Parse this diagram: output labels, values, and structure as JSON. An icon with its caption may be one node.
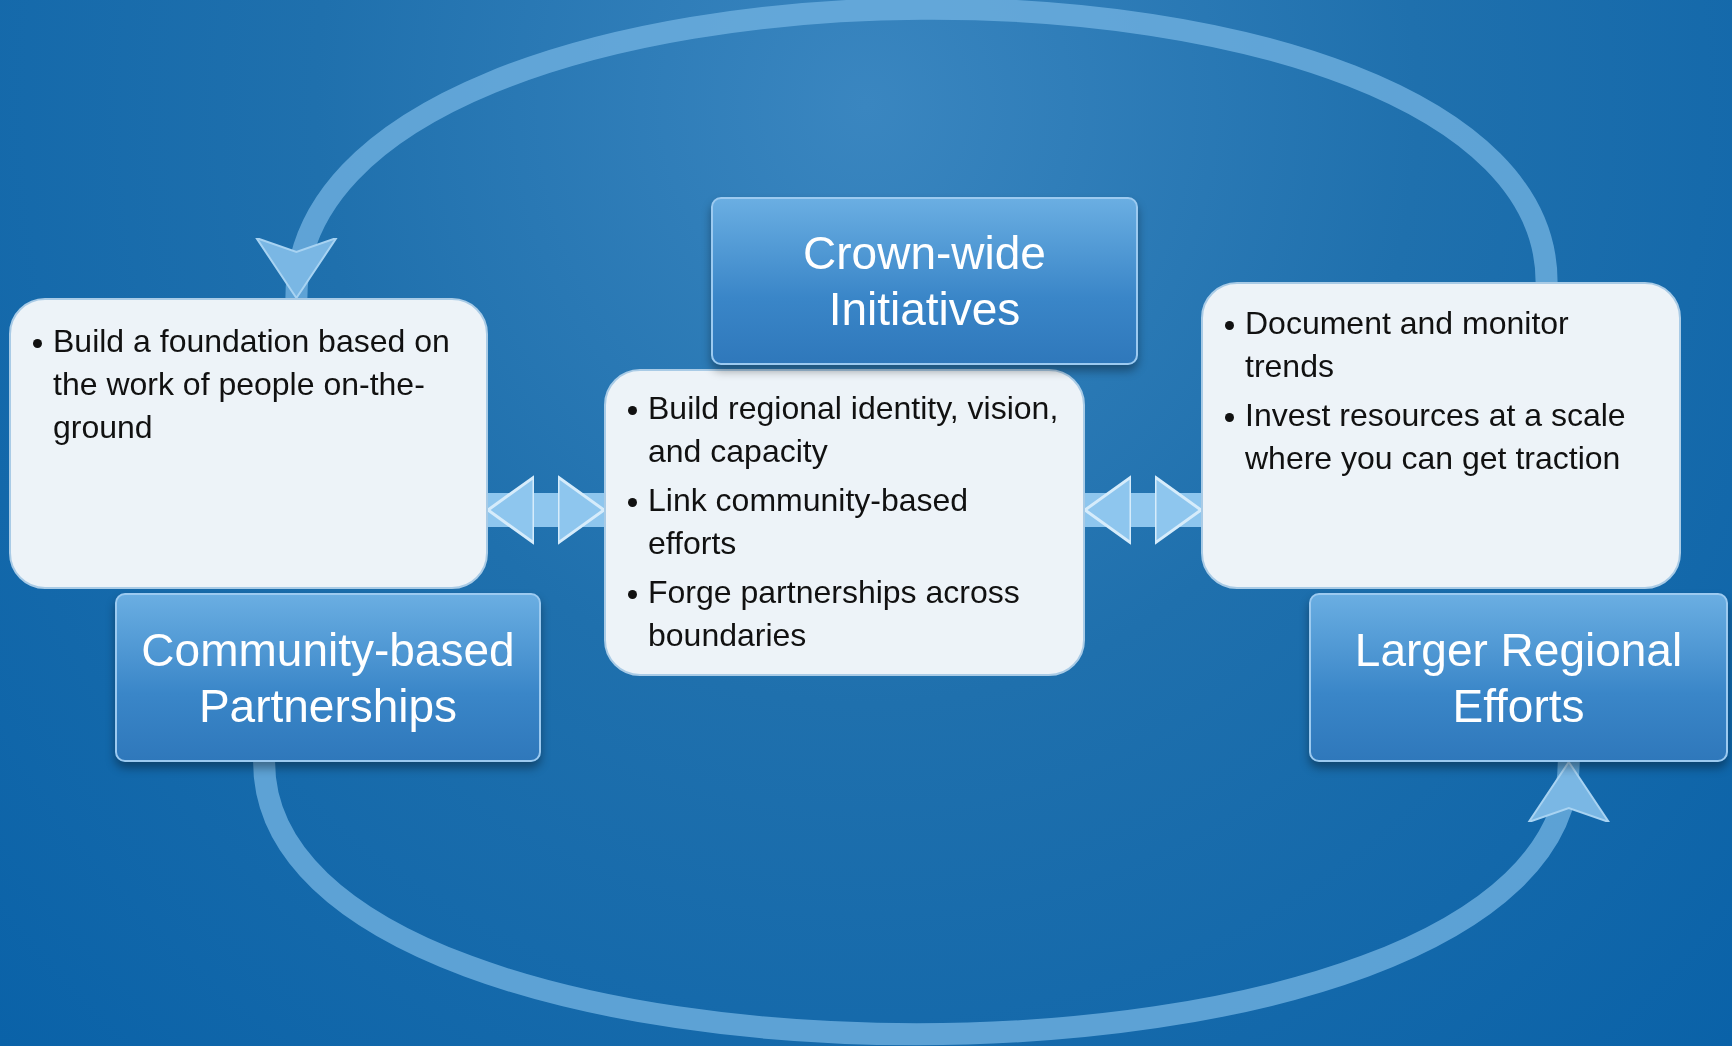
{
  "diagram": {
    "nodes": [
      {
        "text": [
          "Build a foundation based on the work of people on-the-ground"
        ]
      },
      {
        "text": [
          "Community-based Partnerships"
        ]
      },
      {
        "text": [
          "Build regional identity, vision, and capacity",
          "Link community-based efforts",
          "Forge partnerships across boundaries"
        ]
      },
      {
        "text": [
          "Crown-wide Initiatives"
        ]
      },
      {
        "text": [
          "Document and monitor trends",
          "Invest resources at a scale where you can get traction"
        ]
      },
      {
        "text": [
          "Larger Regional Efforts"
        ]
      }
    ],
    "edges": [
      {
        "from": 0,
        "to": 2,
        "arrow": "both"
      },
      {
        "from": 2,
        "to": 4,
        "arrow": "both"
      },
      {
        "from": 1,
        "to": 5,
        "arrow": "to"
      },
      {
        "from": 4,
        "to": 0,
        "arrow": "to"
      }
    ]
  }
}
